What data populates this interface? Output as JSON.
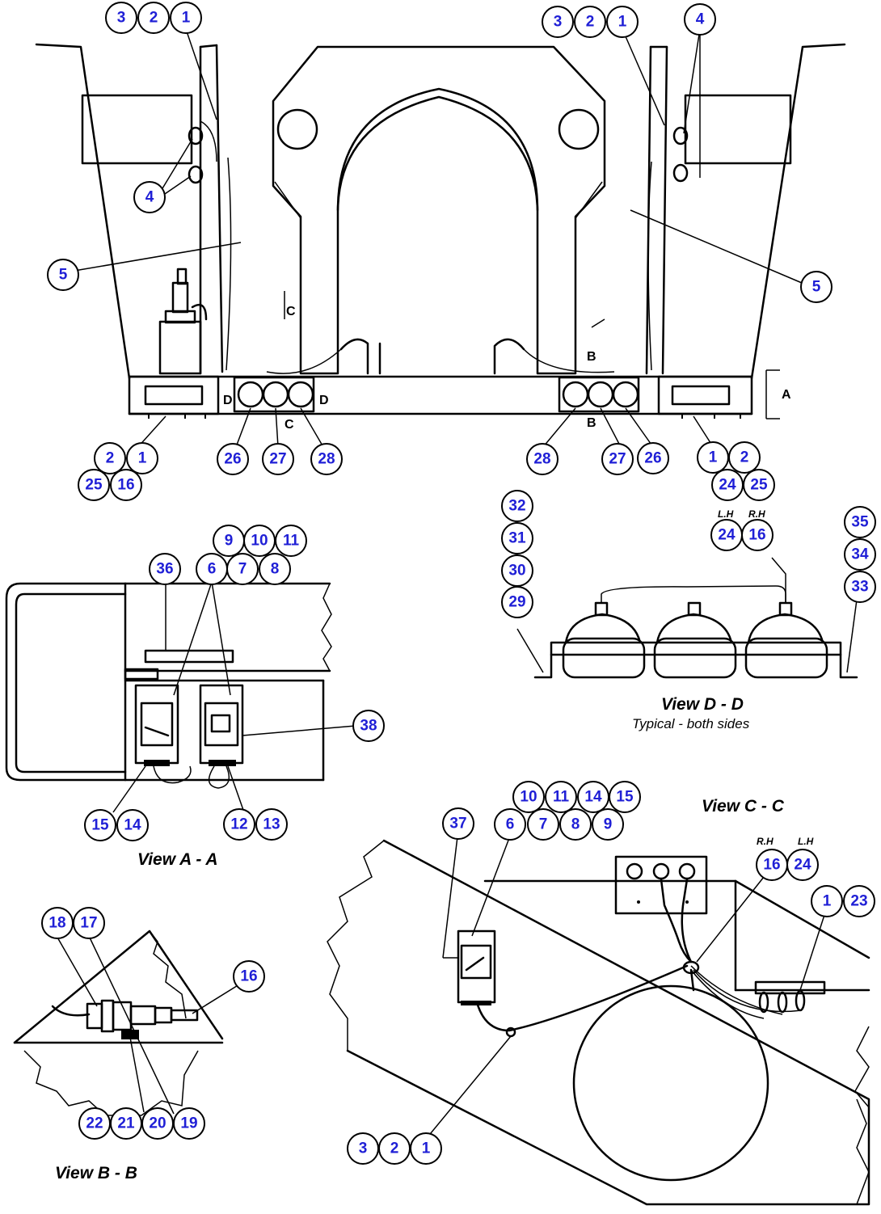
{
  "callouts": [
    "1",
    "2",
    "3",
    "4",
    "5",
    "6",
    "7",
    "8",
    "9",
    "10",
    "11",
    "12",
    "13",
    "14",
    "15",
    "16",
    "17",
    "18",
    "19",
    "20",
    "21",
    "22",
    "23",
    "24",
    "25",
    "26",
    "27",
    "28",
    "29",
    "30",
    "31",
    "32",
    "33",
    "34",
    "35",
    "36",
    "37",
    "38"
  ],
  "views": {
    "a": "View A - A",
    "b": "View B - B",
    "c": "View C - C",
    "d": "View D - D",
    "d_note": "Typical - both sides"
  },
  "side_labels": {
    "lh": "L.H",
    "rh": "R.H"
  },
  "section_marks": {
    "a": "A",
    "b": "B",
    "c": "C",
    "d": "D"
  }
}
